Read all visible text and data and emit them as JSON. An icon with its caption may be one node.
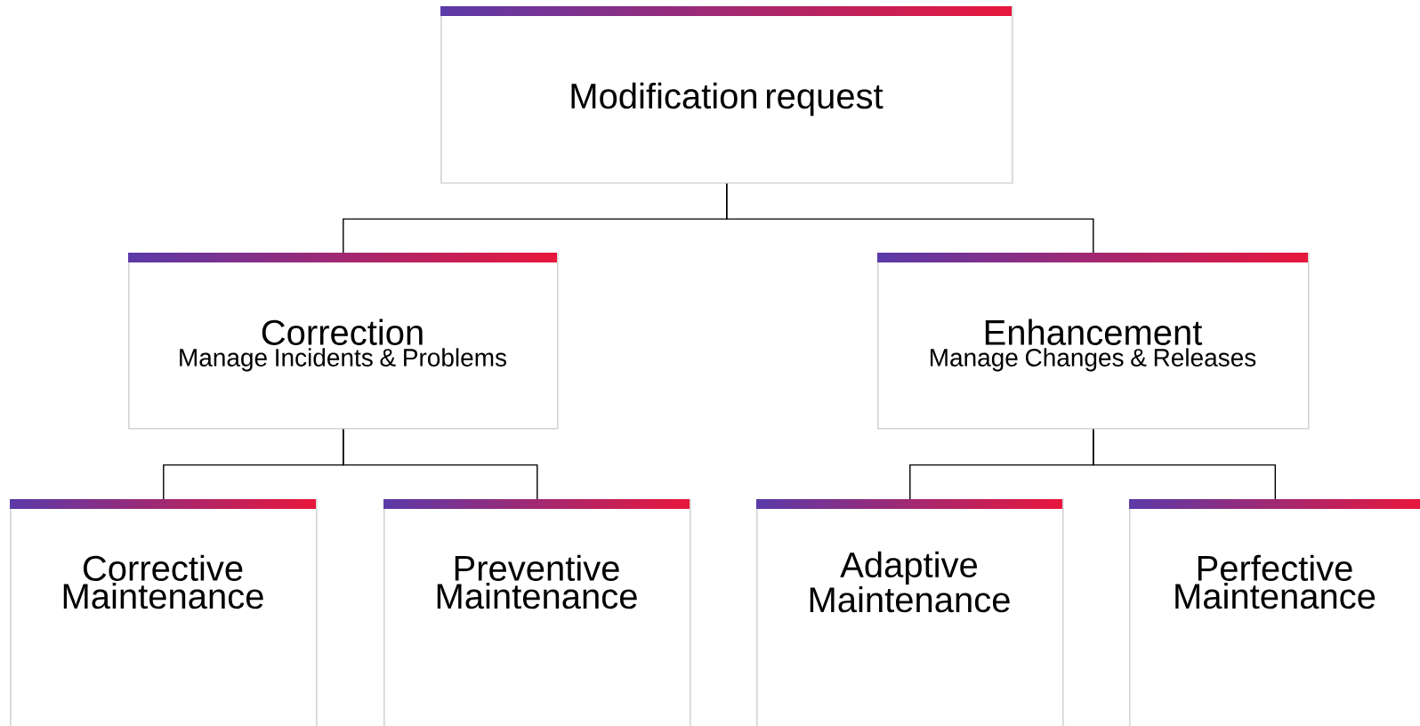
{
  "diagram": {
    "nodes": [
      {
        "text": [
          "Modification request"
        ]
      },
      {
        "text": [
          "Correction",
          "Manage Incidents & Problems"
        ]
      },
      {
        "text": [
          "Enhancement",
          "Manage Changes & Releases"
        ]
      },
      {
        "text": [
          "Corrective Maintenance"
        ]
      },
      {
        "text": [
          "Preventive Maintenance"
        ]
      },
      {
        "text": [
          "Adaptive Maintenance"
        ]
      },
      {
        "text": [
          "Perfective Maintenance"
        ]
      }
    ],
    "edges": [
      {
        "from": 0,
        "to": 1,
        "arrow": "none"
      },
      {
        "from": 0,
        "to": 2,
        "arrow": "none"
      },
      {
        "from": 1,
        "to": 3,
        "arrow": "none"
      },
      {
        "from": 1,
        "to": 4,
        "arrow": "none"
      },
      {
        "from": 2,
        "to": 5,
        "arrow": "none"
      },
      {
        "from": 2,
        "to": 6,
        "arrow": "none"
      }
    ]
  }
}
